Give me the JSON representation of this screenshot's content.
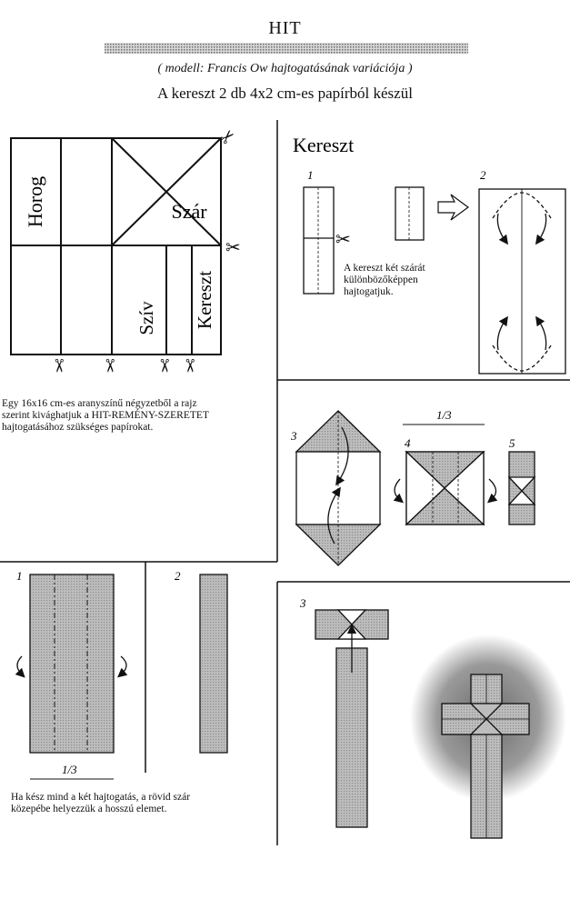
{
  "header": {
    "title": "HIT",
    "subtitle": "( modell: Francis Ow hajtogatásának variációja )",
    "description": "A kereszt 2 db 4x2 cm-es papírból készül"
  },
  "cut_diagram": {
    "labels": {
      "horog": "Horog",
      "szar": "Szár",
      "sziv": "Szív",
      "kereszt": "Kereszt"
    },
    "caption": [
      "Egy 16x16 cm-es aranyszínű négyzetből a rajz",
      "szerint kivághatjuk a HIT-REMÉNY-SZERETET",
      "hajtogatásához szükséges papírokat."
    ]
  },
  "kereszt_section": {
    "title": "Kereszt",
    "caption": [
      "A kereszt két szárát",
      "különbözőképpen",
      "hajtogatjuk."
    ]
  },
  "step_numbers": {
    "s1": "1",
    "s2": "2",
    "s3": "3",
    "s4": "4",
    "s5": "5"
  },
  "fraction_label": "1/3",
  "bottom_caption": [
    "Ha kész mind a két hajtogatás, a rövid szár",
    "közepébe helyezzük a hosszú elemet."
  ],
  "colors": {
    "paper_fill": "#b0b0b0",
    "line": "#111111",
    "stripe": "#9a9a9a"
  }
}
